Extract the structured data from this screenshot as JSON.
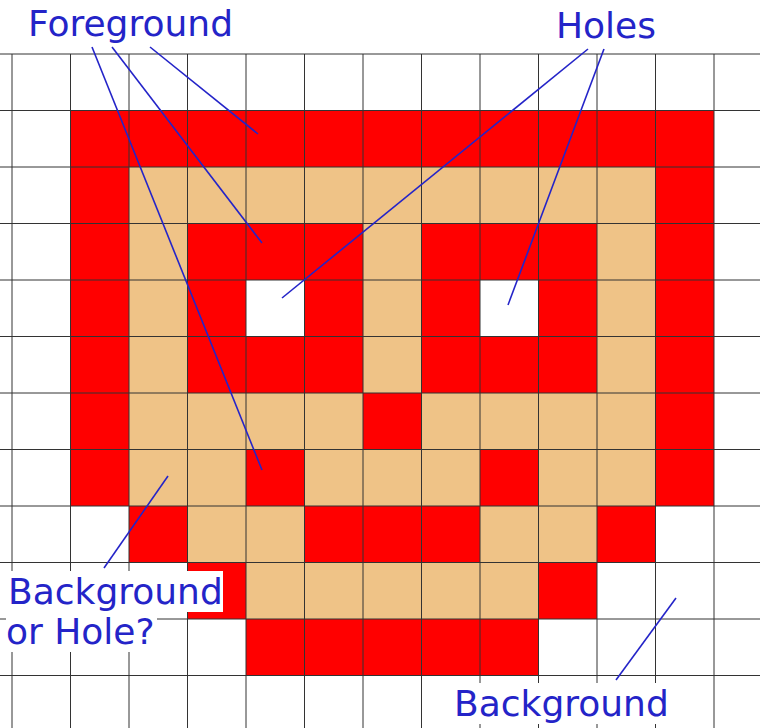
{
  "diagram": {
    "labels": [
      "Foreground",
      "Holes",
      "Background or Hole?",
      "Background"
    ]
  }
}
